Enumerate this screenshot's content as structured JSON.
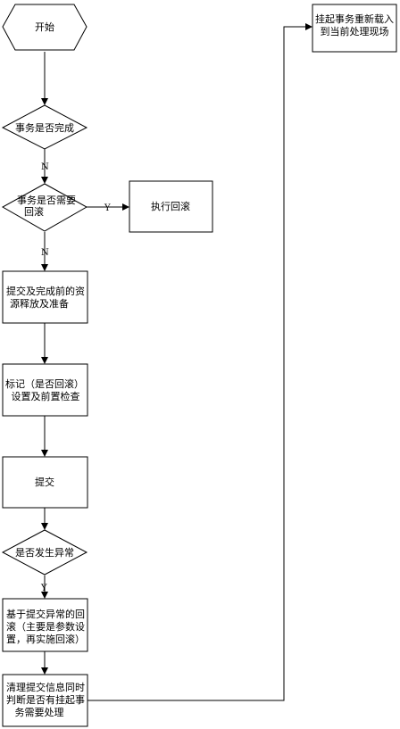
{
  "nodes": {
    "start": "开始",
    "tx_done": "事务是否完成",
    "need_rollback": [
      "事务是否需要",
      "回滚"
    ],
    "do_rollback": "执行回滚",
    "release": [
      "提交及完成前的资",
      "源释放及准备"
    ],
    "mark": [
      "标记（是否回滚）",
      "设置及前置检查"
    ],
    "commit": "提交",
    "exception": "是否发生异常",
    "rollback_on_exc": [
      "基于提交异常的回",
      "滚（主要是参数设",
      "置，再实施回滚）"
    ],
    "cleanup": [
      "清理提交信息同时",
      "判断是否有挂起事",
      "务需要处理"
    ],
    "resume": [
      "挂起事务重新载入",
      "到当前处理现场"
    ]
  },
  "edge_labels": {
    "n1": "N",
    "y1": "Y",
    "n2": "N",
    "y2": "Y"
  }
}
